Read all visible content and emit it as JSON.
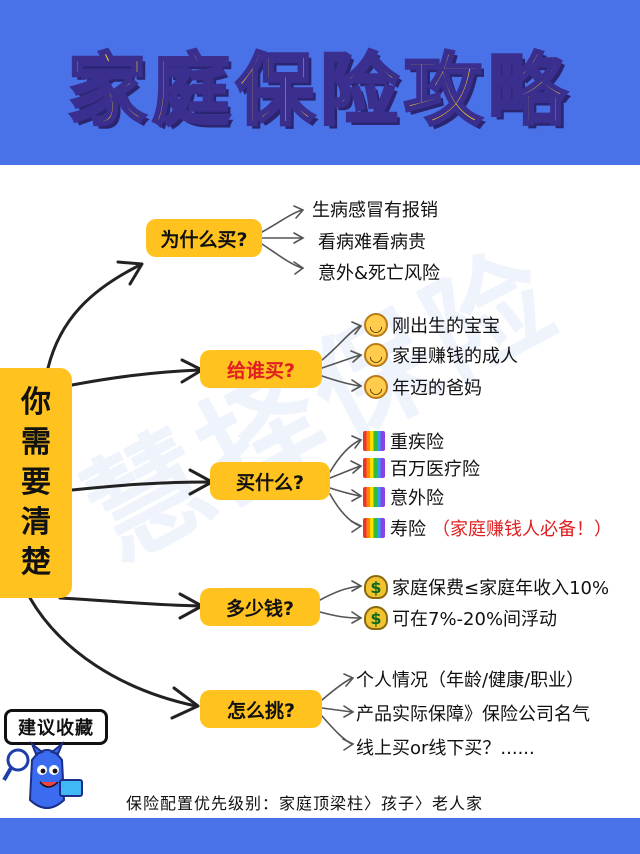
{
  "title": "家庭保险攻略",
  "watermark": "慧择保险",
  "root": [
    "你",
    "需",
    "要",
    "清",
    "楚"
  ],
  "branches": [
    {
      "label": "为什么买?",
      "style": "normal",
      "items": [
        {
          "icon": "",
          "text": "生病感冒有报销"
        },
        {
          "icon": "",
          "text": "看病难看病贵"
        },
        {
          "icon": "",
          "text": "意外&死亡风险"
        }
      ]
    },
    {
      "label": "给谁买?",
      "style": "red",
      "items": [
        {
          "icon": "baby-face-icon",
          "text": "刚出生的宝宝"
        },
        {
          "icon": "adult-face-icon",
          "text": "家里赚钱的成人"
        },
        {
          "icon": "elder-face-icon",
          "text": "年迈的爸妈"
        }
      ]
    },
    {
      "label": "买什么?",
      "style": "normal",
      "items": [
        {
          "icon": "rainbow-icon",
          "text": "重疾险"
        },
        {
          "icon": "rainbow-icon",
          "text": "百万医疗险"
        },
        {
          "icon": "rainbow-icon",
          "text": "意外险"
        },
        {
          "icon": "rainbow-icon",
          "text": "寿险",
          "note": "（家庭赚钱人必备！）"
        }
      ]
    },
    {
      "label": "多少钱?",
      "style": "normal",
      "items": [
        {
          "icon": "money-bag-icon",
          "text": "家庭保费≤家庭年收入10%"
        },
        {
          "icon": "money-bag-icon",
          "text": "可在7%-20%间浮动"
        }
      ]
    },
    {
      "label": "怎么挑?",
      "style": "normal",
      "items": [
        {
          "icon": "",
          "text": "个人情况（年龄/健康/职业）"
        },
        {
          "icon": "",
          "text": "产品实际保障》保险公司名气"
        },
        {
          "icon": "",
          "text": "线上买or线下买？......"
        }
      ]
    }
  ],
  "save_badge": "建议收藏",
  "bottom_note": "保险配置优先级别：家庭顶梁柱〉孩子〉老人家",
  "colors": {
    "header": "#4a72e8",
    "accent": "#ffc21e",
    "title": "#ffd21f",
    "red": "#e02020"
  }
}
